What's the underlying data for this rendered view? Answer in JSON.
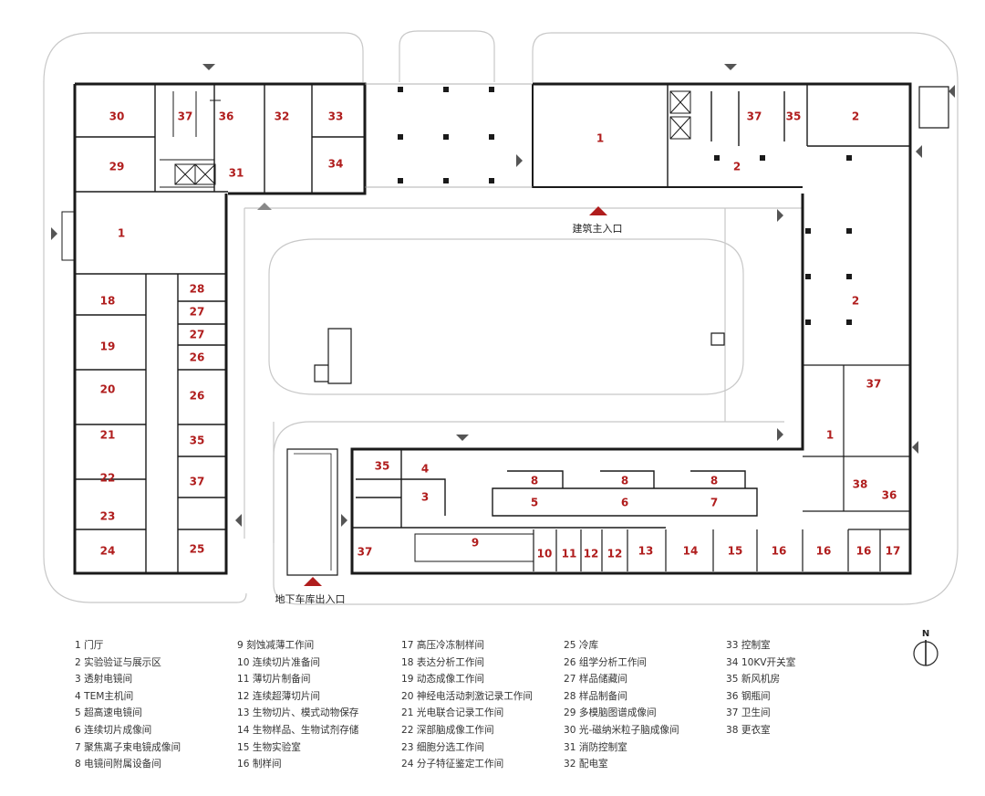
{
  "plan": {
    "main_entrance": "建筑主入口",
    "garage_entrance": "地下车库出入口",
    "north": "N"
  },
  "legend": [
    "1 门厅",
    "2 实验验证与展示区",
    "3 透射电镜间",
    "4 TEM主机间",
    "5 超高速电镜间",
    "6 连续切片成像间",
    "7 聚焦离子束电镜成像间",
    "8 电镜间附属设备间",
    "9 刻蚀减薄工作间",
    "10 连续切片准备间",
    "11 薄切片制备间",
    "12 连续超薄切片间",
    "13 生物切片、模式动物保存",
    "14 生物样品、生物试剂存储",
    "15 生物实验室",
    "16 制样间",
    "17 高压冷冻制样间",
    "18 表达分析工作间",
    "19 动态成像工作间",
    "20 神经电活动刺激记录工作间",
    "21 光电联合记录工作间",
    "22 深部脑成像工作间",
    "23 细胞分选工作间",
    "24 分子特征鉴定工作间",
    "25 冷库",
    "26 组学分析工作间",
    "27 样品储藏间",
    "28 样品制备间",
    "29 多模脑图谱成像间",
    "30 光-磁纳米粒子脑成像间",
    "31 消防控制室",
    "32 配电室",
    "33 控制室",
    "34 10KV开关室",
    "35 新风机房",
    "36 钢瓶间",
    "37 卫生间",
    "38 更衣室"
  ],
  "rooms": [
    {
      "n": "30"
    },
    {
      "n": "37"
    },
    {
      "n": "36"
    },
    {
      "n": "32"
    },
    {
      "n": "33"
    },
    {
      "n": "29"
    },
    {
      "n": "31"
    },
    {
      "n": "34"
    },
    {
      "n": "1"
    },
    {
      "n": "37"
    },
    {
      "n": "35"
    },
    {
      "n": "2"
    },
    {
      "n": "2"
    },
    {
      "n": "1"
    },
    {
      "n": "28"
    },
    {
      "n": "18"
    },
    {
      "n": "27"
    },
    {
      "n": "27"
    },
    {
      "n": "19"
    },
    {
      "n": "26"
    },
    {
      "n": "20"
    },
    {
      "n": "26"
    },
    {
      "n": "21"
    },
    {
      "n": "35"
    },
    {
      "n": "22"
    },
    {
      "n": "37"
    },
    {
      "n": "23"
    },
    {
      "n": "24"
    },
    {
      "n": "25"
    },
    {
      "n": "2"
    },
    {
      "n": "37"
    },
    {
      "n": "1"
    },
    {
      "n": "38"
    },
    {
      "n": "36"
    },
    {
      "n": "35"
    },
    {
      "n": "4"
    },
    {
      "n": "3"
    },
    {
      "n": "8"
    },
    {
      "n": "8"
    },
    {
      "n": "8"
    },
    {
      "n": "5"
    },
    {
      "n": "6"
    },
    {
      "n": "7"
    },
    {
      "n": "37"
    },
    {
      "n": "9"
    },
    {
      "n": "10"
    },
    {
      "n": "11"
    },
    {
      "n": "12"
    },
    {
      "n": "12"
    },
    {
      "n": "13"
    },
    {
      "n": "14"
    },
    {
      "n": "15"
    },
    {
      "n": "16"
    },
    {
      "n": "16"
    },
    {
      "n": "16"
    },
    {
      "n": "17"
    }
  ]
}
